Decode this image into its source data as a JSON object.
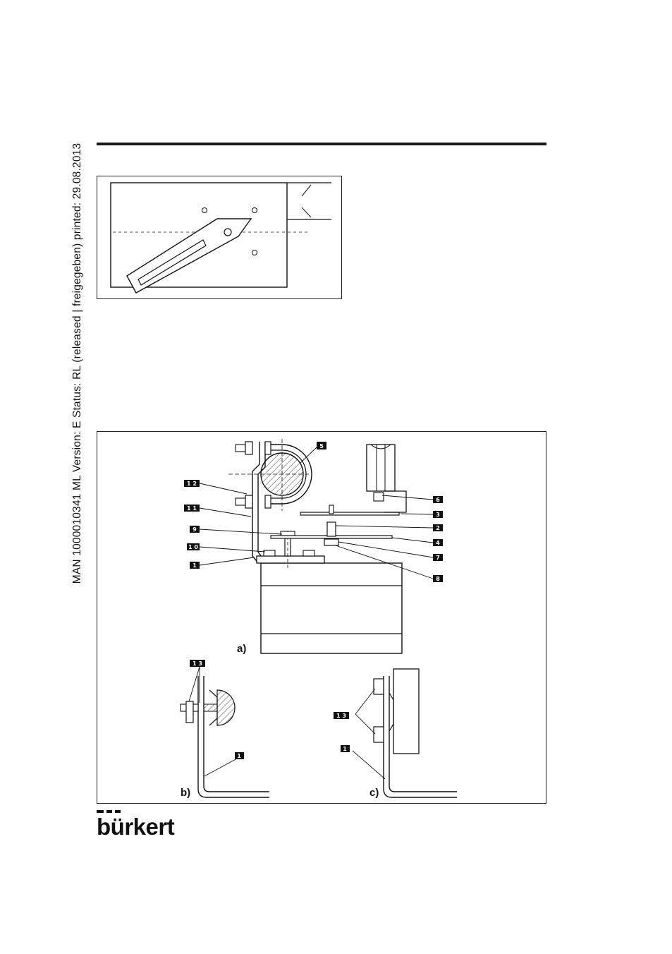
{
  "margin_note": "MAN  1000010341  ML  Version: E  Status: RL (released | freigegeben)  printed: 29.08.2013",
  "figure2": {
    "labels": {
      "l1": "1",
      "l2": "2",
      "l3": "3",
      "l4": "4",
      "l5": "5",
      "l6": "6",
      "l7": "7",
      "l8": "8",
      "l9": "9",
      "l10": "1 0",
      "l11": "1 1",
      "l12": "1 2",
      "l13": "1 3"
    },
    "subfigures": {
      "a": "a)",
      "b": "b)",
      "c": "c)"
    }
  },
  "brand": {
    "name": "burkert",
    "display": "bürkert"
  }
}
